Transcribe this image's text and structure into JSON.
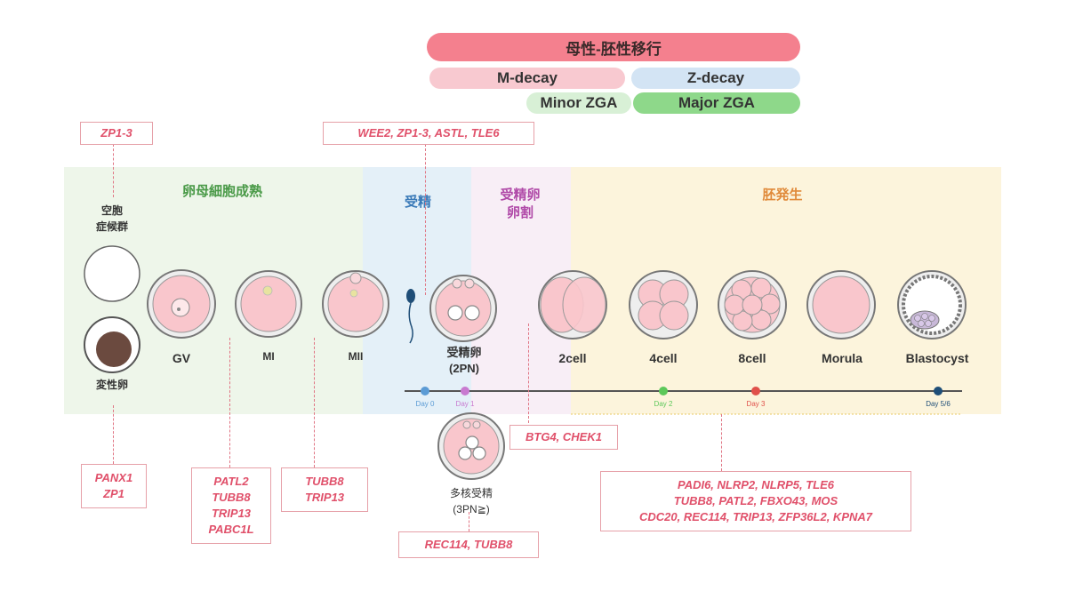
{
  "header": {
    "mzt": "母性-胚性移行",
    "m_decay": "M-decay",
    "z_decay": "Z-decay",
    "minor_zga": "Minor ZGA",
    "major_zga": "Major ZGA"
  },
  "zones": {
    "oocyte_maturation": "卵母細胞成熟",
    "fertilization": "受精",
    "cleavage": "受精卵\n卵割",
    "embryo_development": "胚発生"
  },
  "stages": {
    "empty_follicle": "空胞\n症候群",
    "degenerate": "変性卵",
    "gv": "GV",
    "mi": "MI",
    "mii": "MII",
    "zygote": "受精卵\n(2PN)",
    "polyspermy": "多核受精\n(3PN≧)",
    "cell2": "2cell",
    "cell4": "4cell",
    "cell8": "8cell",
    "morula": "Morula",
    "blastocyst": "Blastocyst"
  },
  "days": {
    "day0": "Day 0",
    "day1": "Day 1",
    "day2": "Day 2",
    "day3": "Day 3",
    "day56": "Day 5/6"
  },
  "genes": {
    "zp13_top": "ZP1-3",
    "wee2": "WEE2, ZP1-3, ASTL, TLE6",
    "padi_zp1": "PANX1\nZP1",
    "patl2": "PATL2\nTUBB8\nTRIP13\nPABC1L",
    "tubb8_trip13": "TUBB8\nTRIP13",
    "btg4": "BTG4, CHEK1",
    "rec114": "REC114, TUBB8",
    "padi6": "PADI6, NLRP2, NLRP5, TLE6\nTUBB8, PATL2, FBXO43, MOS\nCDC20, REC114, TRIP13, ZFP36L2, KPNA7"
  },
  "colors": {
    "mzt": "#f4808e",
    "m_decay": "#f8c9d0",
    "z_decay": "#d3e4f4",
    "minor_zga": "#d8f0d6",
    "major_zga": "#8ed88a",
    "zone_green": "#eef6ea",
    "zone_blue": "#e4f0f8",
    "zone_pink": "#f8eef6",
    "zone_yellow": "#fcf4dc",
    "gene_text": "#e0506a",
    "cell_pink": "#f9c6cc"
  }
}
